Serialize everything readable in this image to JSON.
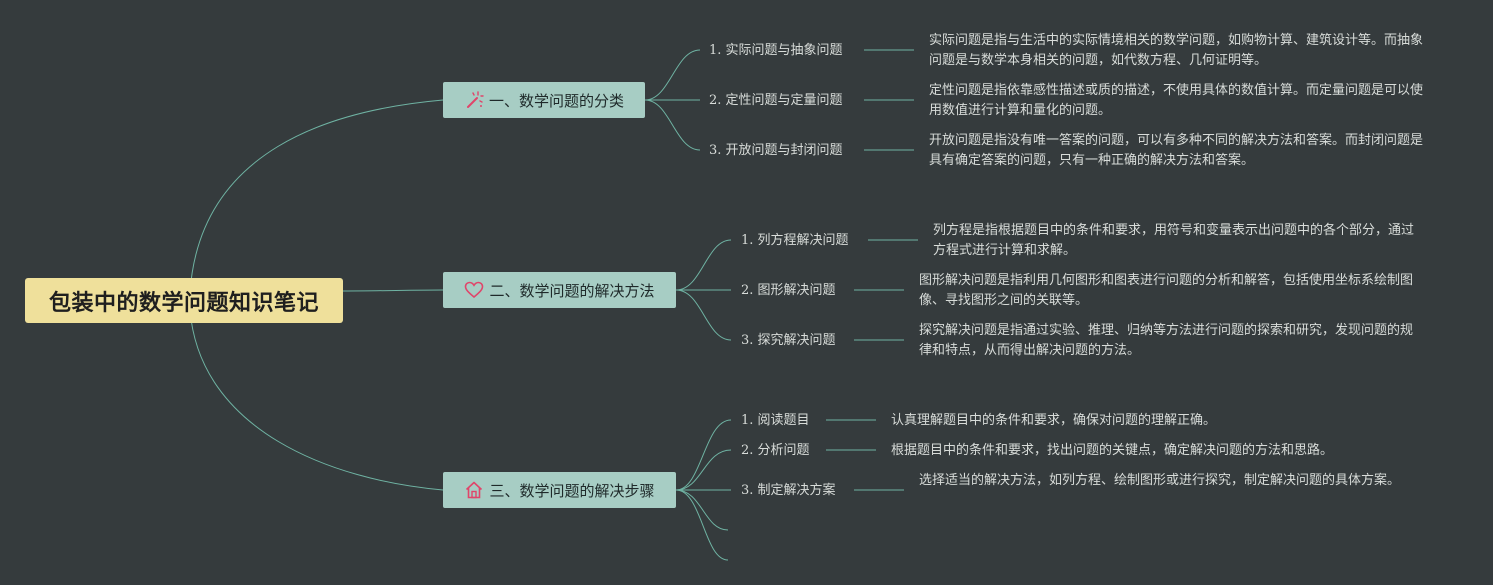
{
  "root": {
    "title": "包装中的数学问题知识笔记"
  },
  "colors": {
    "background": "#353b3d",
    "root_fill": "#efe09b",
    "branch_fill": "#a7cdc4",
    "line": "#6fb3a3",
    "icon": "#e0456a"
  },
  "branches": [
    {
      "title": "一、数学问题的分类",
      "icon": "magic-wand-icon",
      "items": [
        {
          "label": "1. 实际问题与抽象问题",
          "desc": "实际问题是指与生活中的实际情境相关的数学问题，如购物计算、建筑设计等。而抽象问题是与数学本身相关的问题，如代数方程、几何证明等。"
        },
        {
          "label": "2. 定性问题与定量问题",
          "desc": "定性问题是指依靠感性描述或质的描述，不使用具体的数值计算。而定量问题是可以使用数值进行计算和量化的问题。"
        },
        {
          "label": "3. 开放问题与封闭问题",
          "desc": "开放问题是指没有唯一答案的问题，可以有多种不同的解决方法和答案。而封闭问题是具有确定答案的问题，只有一种正确的解决方法和答案。"
        }
      ]
    },
    {
      "title": "二、数学问题的解决方法",
      "icon": "heart-icon",
      "items": [
        {
          "label": "1. 列方程解决问题",
          "desc": "列方程是指根据题目中的条件和要求，用符号和变量表示出问题中的各个部分，通过方程式进行计算和求解。"
        },
        {
          "label": "2. 图形解决问题",
          "desc": "图形解决问题是指利用几何图形和图表进行问题的分析和解答，包括使用坐标系绘制图像、寻找图形之间的关联等。"
        },
        {
          "label": "3. 探究解决问题",
          "desc": "探究解决问题是指通过实验、推理、归纳等方法进行问题的探索和研究，发现问题的规律和特点，从而得出解决问题的方法。"
        }
      ]
    },
    {
      "title": "三、数学问题的解决步骤",
      "icon": "home-icon",
      "items": [
        {
          "label": "1. 阅读题目",
          "desc": "认真理解题目中的条件和要求，确保对问题的理解正确。"
        },
        {
          "label": "2. 分析问题",
          "desc": "根据题目中的条件和要求，找出问题的关键点，确定解决问题的方法和思路。"
        },
        {
          "label": "3. 制定解决方案",
          "desc": "选择适当的解决方法，如列方程、绘制图形或进行探究，制定解决问题的具体方案。"
        }
      ]
    }
  ]
}
